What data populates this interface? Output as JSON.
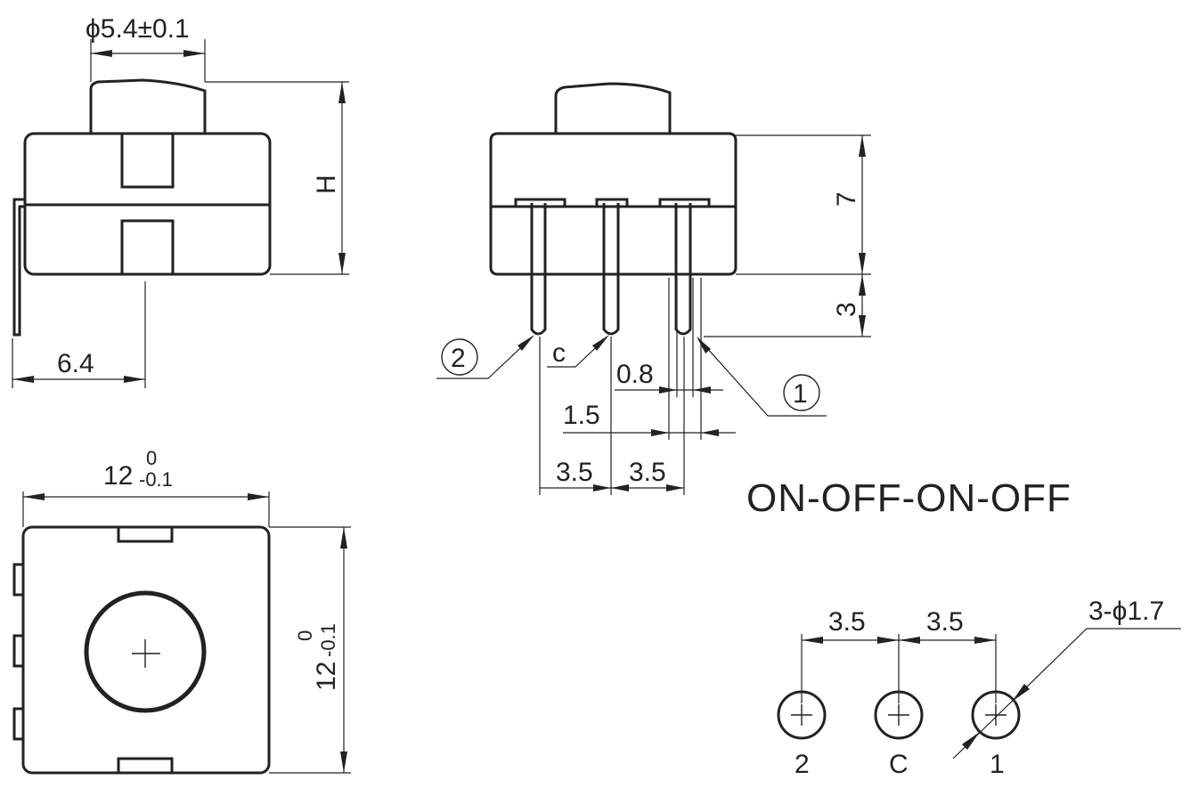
{
  "side_view": {
    "diameter_label": "ϕ5.4±0.1",
    "height_label": "H",
    "offset_label": "6.4"
  },
  "front_view": {
    "height_label": "7",
    "pin_length_label": "3",
    "pin_width_label": "0.8",
    "pin_depth_label": "1.5",
    "pitch_left_label": "3.5",
    "pitch_right_label": "3.5",
    "pin2_label": "2",
    "pinc_label": "c",
    "pin1_label": "1"
  },
  "top_view": {
    "width_label": "12",
    "width_tol_upper": "0",
    "width_tol_lower": "-0.1",
    "height_label": "12",
    "height_tol_upper": "0",
    "height_tol_lower": "-0.1"
  },
  "mode_label": "ON-OFF-ON-OFF",
  "pcb_layout": {
    "pitch_left_label": "3.5",
    "pitch_right_label": "3.5",
    "hole_label": "3-ϕ1.7",
    "hole_2_label": "2",
    "hole_c_label": "C",
    "hole_1_label": "1"
  }
}
